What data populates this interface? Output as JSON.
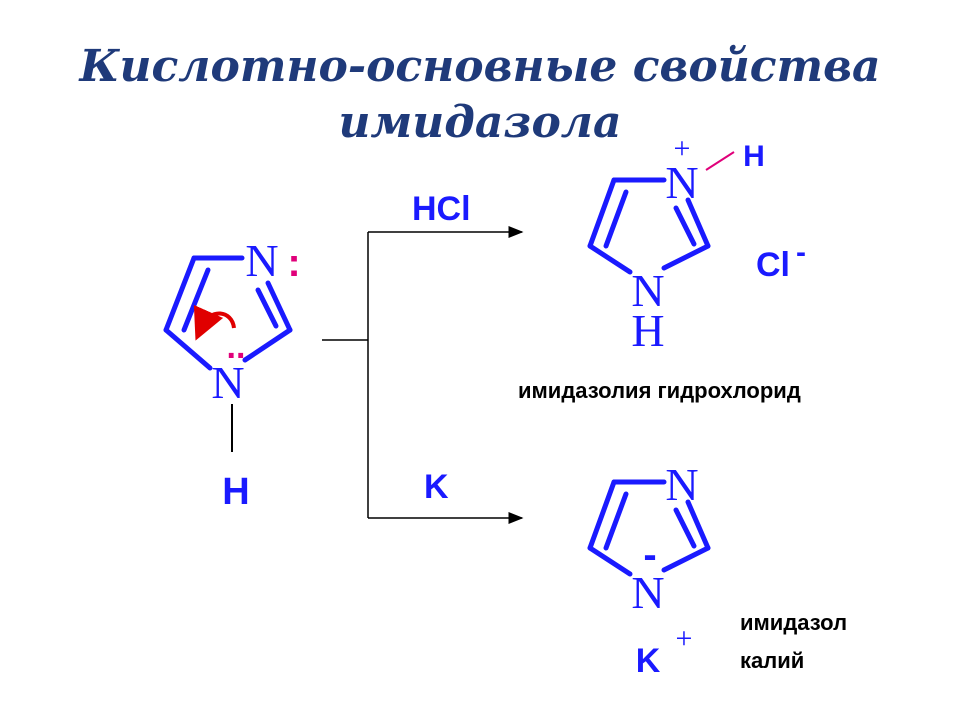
{
  "title": {
    "line1": "Кислотно-основные свойства",
    "line2": "имидазола"
  },
  "colors": {
    "bond": "#1a1aff",
    "title": "#1f3a7a",
    "lone_pair": "#e0007a",
    "arrow_curve": "#e00000",
    "text": "#000000"
  },
  "reactant": {
    "n3": "N",
    "n1": "N",
    "h": "H",
    "colon": ":",
    "dots": ".."
  },
  "reagents": {
    "top": "HCl",
    "bottom": "K"
  },
  "product_top": {
    "n_plus": "N",
    "plus": "+",
    "h_top": "H",
    "n_bottom": "N",
    "h_bottom": "H",
    "counter_ion": "Cl",
    "counter_charge": "-",
    "caption": "имидазолия гидрохлорид"
  },
  "product_bottom": {
    "n_top": "N",
    "n_bottom": "N",
    "minus": "-",
    "cation": "K",
    "cation_charge": "+",
    "caption_line1": "имидазол",
    "caption_line2": "калий"
  }
}
